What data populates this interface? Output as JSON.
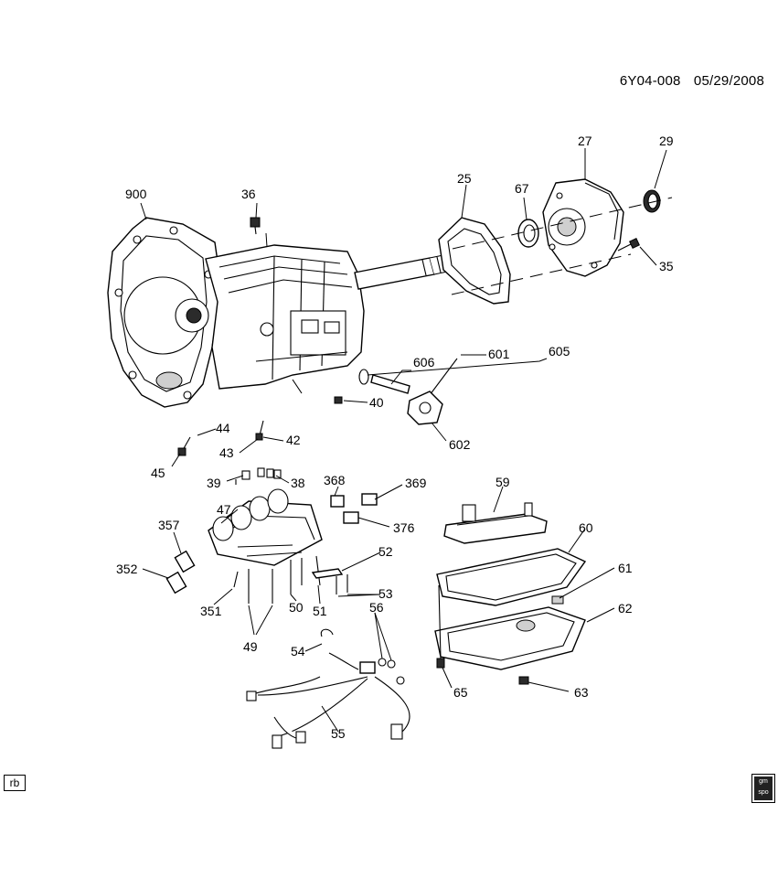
{
  "header": {
    "diagram_id": "6Y04-008",
    "date": "05/29/2008"
  },
  "callouts": {
    "c900": "900",
    "c36": "36",
    "c25": "25",
    "c67": "67",
    "c27": "27",
    "c29": "29",
    "c35": "35",
    "c605": "605",
    "c606": "606",
    "c601": "601",
    "c602": "602",
    "c40": "40",
    "c44": "44",
    "c42": "42",
    "c43": "43",
    "c45": "45",
    "c39": "39",
    "c38": "38",
    "c368": "368",
    "c369": "369",
    "c47": "47",
    "c376": "376",
    "c357": "357",
    "c352": "352",
    "c351": "351",
    "c49": "49",
    "c50": "50",
    "c51": "51",
    "c52": "52",
    "c53": "53",
    "c59": "59",
    "c60": "60",
    "c61": "61",
    "c62": "62",
    "c54": "54",
    "c56": "56",
    "c55": "55",
    "c65": "65",
    "c63": "63"
  },
  "footer": {
    "left_tag": "rb",
    "logo_text": "gm spo"
  }
}
